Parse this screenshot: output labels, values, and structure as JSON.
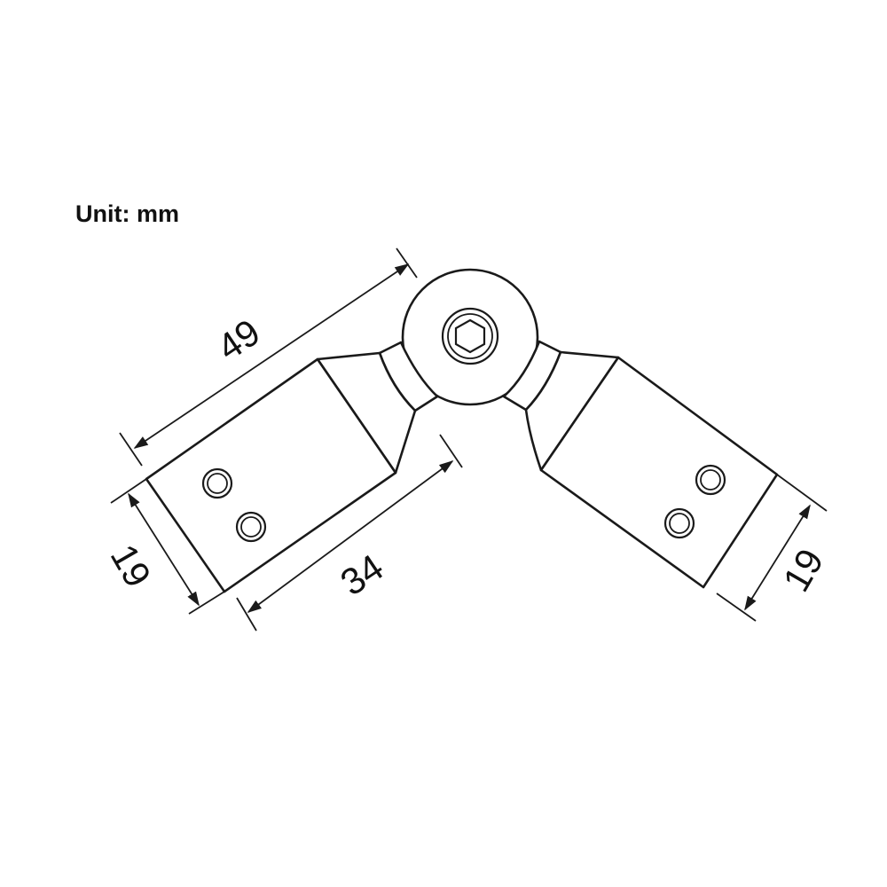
{
  "unit_label": "Unit: mm",
  "dimensions": {
    "overall_length": "49",
    "plate_length": "34",
    "left_width": "19",
    "right_width": "19"
  },
  "colors": {
    "line": "#1a1a1a",
    "background": "#ffffff"
  }
}
